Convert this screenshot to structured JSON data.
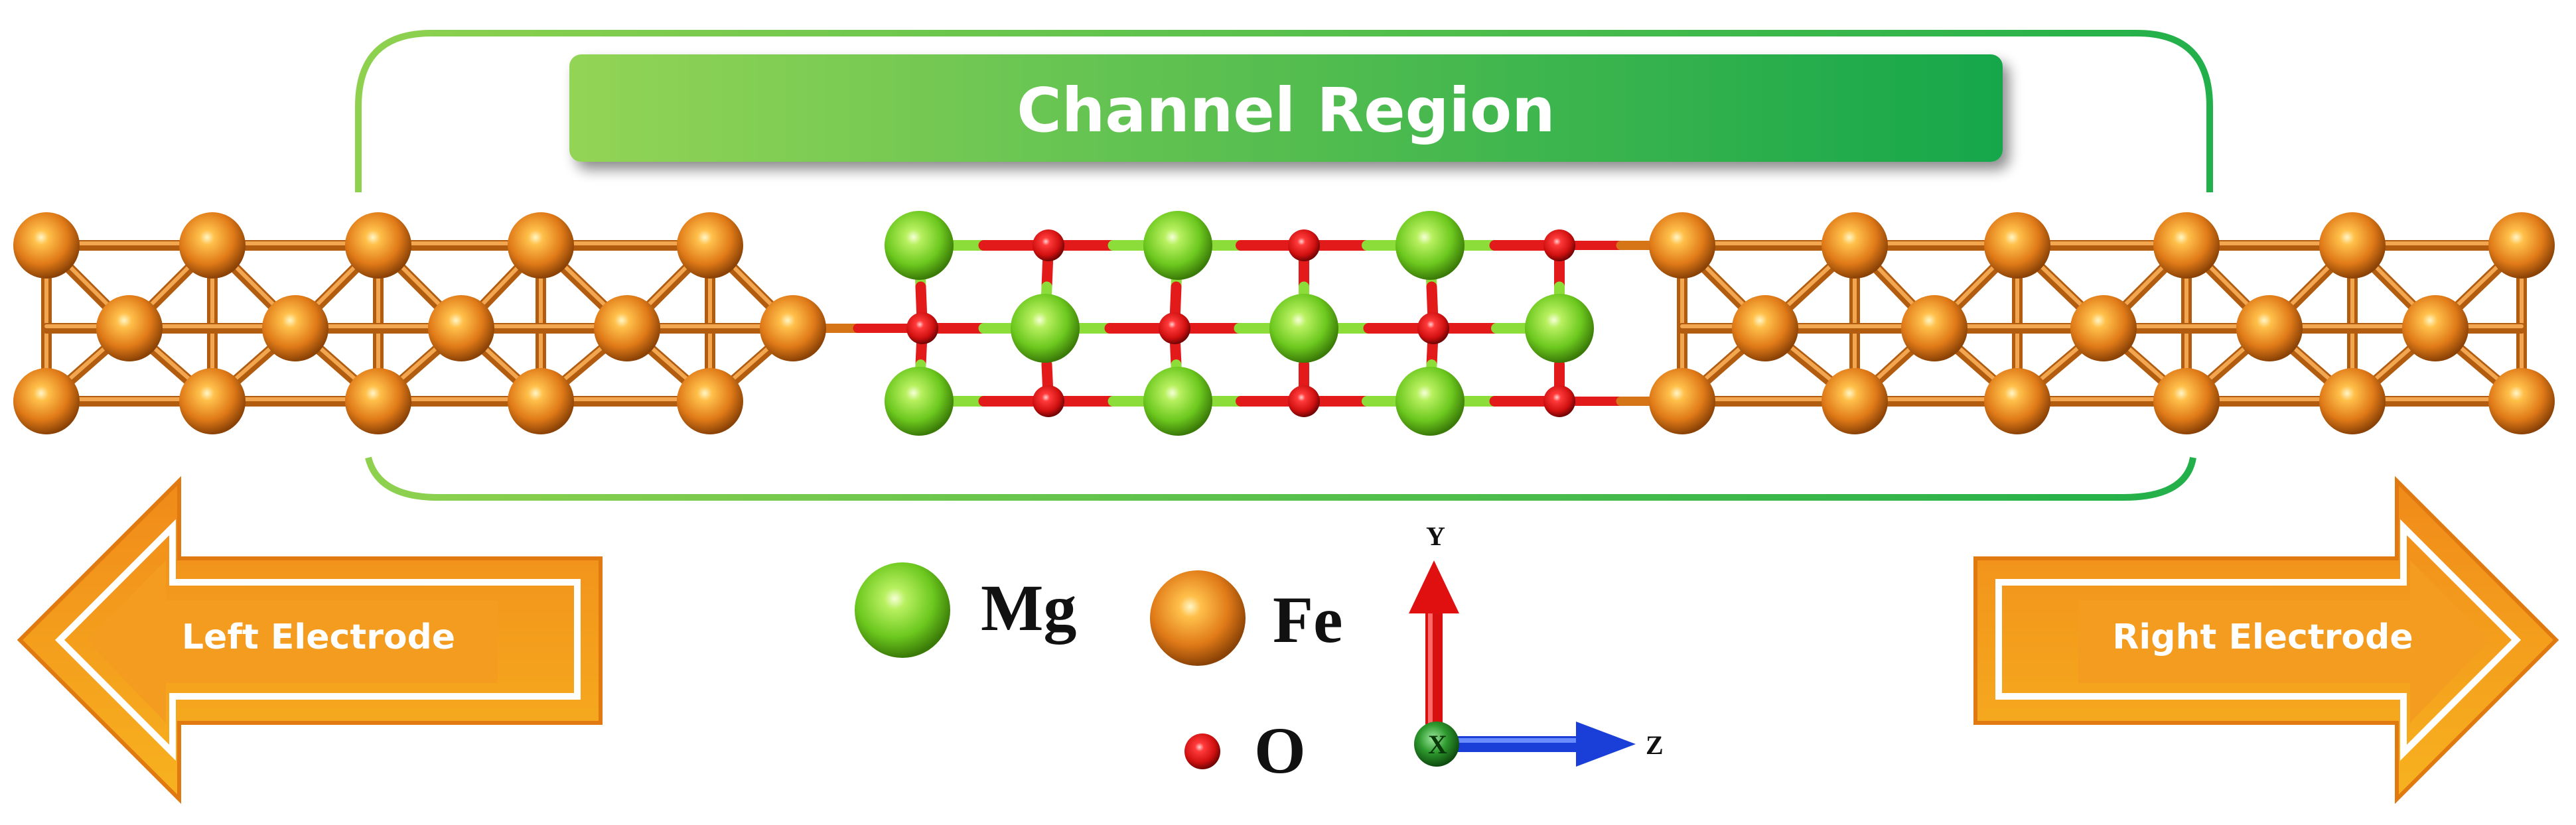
{
  "banner": {
    "title": "Channel Region"
  },
  "left_electrode": {
    "label": "Left Electrode"
  },
  "right_electrode": {
    "label": "Right Electrode"
  },
  "legend": {
    "mg": "Mg",
    "fe": "Fe",
    "o": "O"
  },
  "axes": {
    "y": "Y",
    "z": "Z",
    "x": "X"
  },
  "colors": {
    "fe": "#e8841e",
    "mg": "#7bd82a",
    "o": "#e01818",
    "channel_box": "#3fbf4a",
    "banner_start": "#8fd14f",
    "banner_end": "#18a84a",
    "arrow": "#f29a1e",
    "y_axis": "#e01010",
    "z_axis": "#1a3fd8",
    "x_axis": "#1f8a1f"
  }
}
